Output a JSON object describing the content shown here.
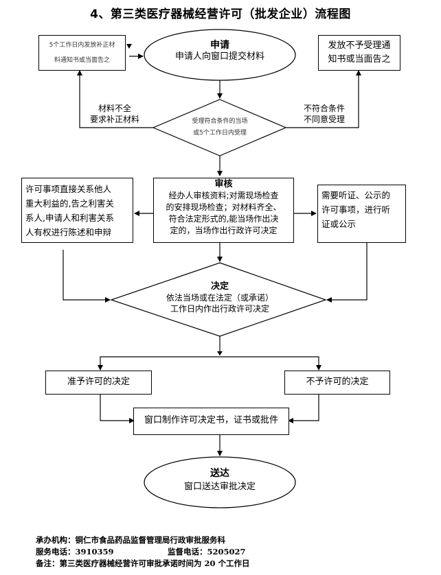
{
  "title": "4、第三类医疗器械经营许可（批发企业）流程图",
  "nodes": {
    "apply": {
      "heading": "申请",
      "text": "申请人向窗口提交材料"
    },
    "supplement_notice": {
      "line1": "5个工作日内发放补正材",
      "line2": "料通知书或当面告之"
    },
    "reject_notice": {
      "line1": "发放不予受理通",
      "line2": "知书或当面告之"
    },
    "accept_decision": {
      "line1": "受理符合条件的当场",
      "line2": "或5个工作日内受理"
    },
    "review": {
      "heading": "审核",
      "lines": [
        "经办人审核资料;对需现场检查",
        "的安排现场检查；对材料齐全、",
        "符合法定形式的,能当场作出决",
        "定的，当场作出行政许可决定"
      ]
    },
    "stakeholder": {
      "lines": [
        "许可事项直接关系他人",
        "重大利益的,告之利害关",
        "系人,申请人和利害关系",
        "人有权进行陈述和申辩"
      ]
    },
    "hearing": {
      "lines": [
        "需要听证、公示的",
        "许可事项，进行听",
        "证或公示"
      ]
    },
    "decision": {
      "heading": "决定",
      "line1": "依法当场或在法定（或承诺）",
      "line2": "工作日内作出行政许可决定"
    },
    "grant": {
      "text": "准予许可的决定"
    },
    "deny": {
      "text": "不予许可的决定"
    },
    "issue": {
      "text": "窗口制作许可决定书，证书或批件"
    },
    "deliver": {
      "heading": "送达",
      "text": "窗口送达审批决定"
    }
  },
  "edge_labels": {
    "incomplete": {
      "line1": "材料不全",
      "line2": "要求补正材料"
    },
    "not_qualified": {
      "line1": "不符合条件",
      "line2": "不同意受理"
    }
  },
  "footer": {
    "agency": "承办机构：铜仁市食品药品监督管理局行政审批服务科",
    "service_phone": "服务电话：3910359",
    "supervision_phone": "监督电话：5205027",
    "note": "备注：第三类医疗器械经营许可审批承诺时间为 20 个工作日"
  }
}
